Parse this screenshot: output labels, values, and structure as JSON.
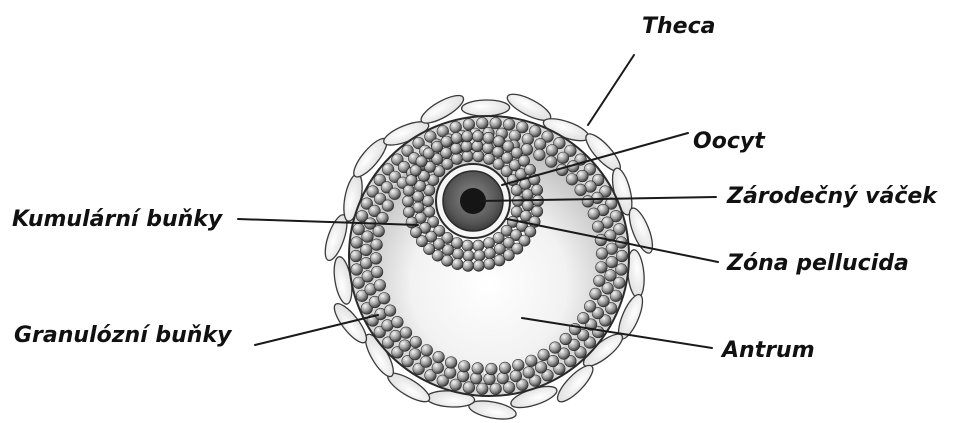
{
  "labels": {
    "theca": "Theca",
    "oocyt": "Oocyt",
    "zarodecny_vacek": "Zárodečný váček",
    "kumularni_bunky": "Kumulární buňky",
    "zona_pellucida": "Zóna pellucida",
    "granulozni_bunky": "Granulózní buňky",
    "antrum": "Antrum"
  },
  "colors": {
    "outline": "#2a2a2a",
    "cell_dark": "#3a3a3a",
    "cell_light": "#f2f2f2",
    "nucleus": "#1a1a1a"
  }
}
